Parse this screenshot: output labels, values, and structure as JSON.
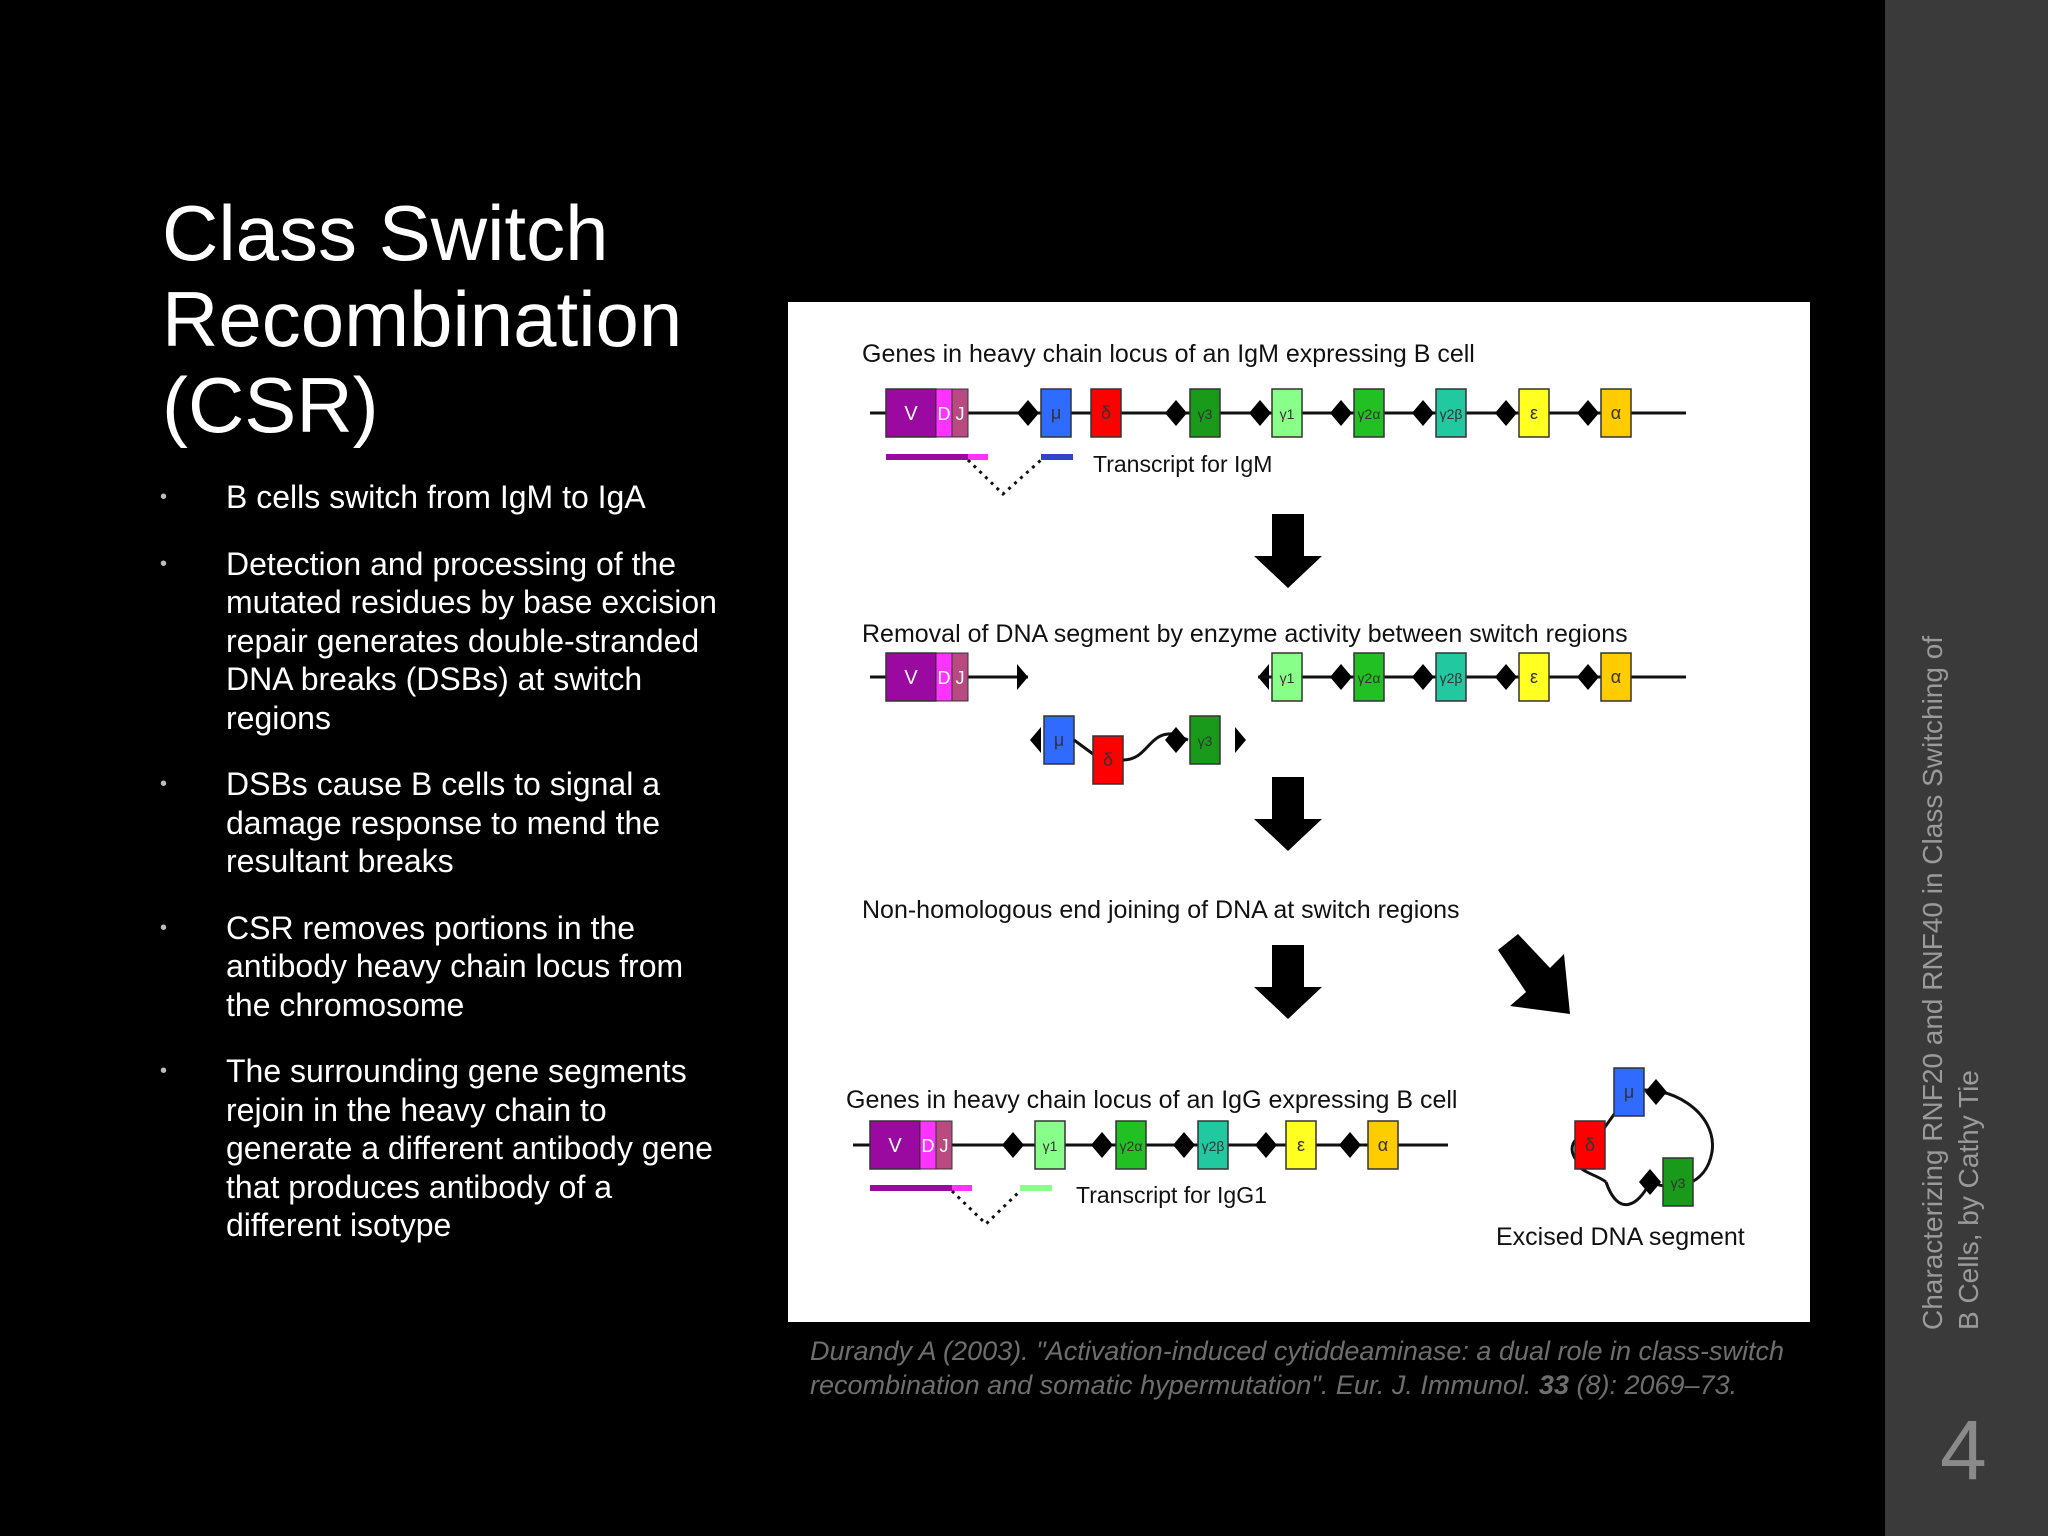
{
  "slide": {
    "title_lines": [
      "Class Switch",
      "Recombination",
      "(CSR)"
    ],
    "bullets": [
      "B cells switch from IgM to IgA",
      "Detection and processing of the mutated residues by base excision repair generates double-stranded DNA breaks (DSBs) at switch regions",
      "DSBs cause B cells to signal a damage response to mend the resultant breaks",
      "CSR removes portions in the antibody heavy chain locus from the chromosome",
      "The surrounding gene segments rejoin in the heavy chain to generate a different antibody gene that produces antibody of a different isotype"
    ],
    "bullet_marker": "•",
    "citation": {
      "text_before": "Durandy A (2003). \"Activation-induced cytiddeaminase: a dual role in class-switch recombination and somatic hypermutation\". Eur. J. Immunol. ",
      "volume": "33",
      "text_after": " (8): 2069–73."
    },
    "footer_lines": [
      "Characterizing RNF20 and RNF40 in Class Switching of",
      "B Cells, by Cathy Tie"
    ],
    "page_number": "4"
  },
  "figure": {
    "stage1_label": "Genes in heavy chain locus of an IgM expressing B cell",
    "stage1_transcript": "Transcript for IgM",
    "stage2_label": "Removal of DNA segment by enzyme activity between switch regions",
    "stage3_label": "Non-homologous end joining of DNA at switch regions",
    "stage4_label": "Genes in heavy chain locus of an IgG expressing B cell",
    "stage4_transcript": "Transcript for IgG1",
    "excised_label": "Excised DNA segment",
    "gene_labels": {
      "V": "V",
      "D": "D",
      "J": "J",
      "mu": "μ",
      "delta": "δ",
      "gamma3": "γ3",
      "gamma1": "γ1",
      "gamma2a": "γ2α",
      "gamma2b": "γ2β",
      "epsilon": "ε",
      "alpha": "α"
    },
    "colors": {
      "V": "#9a0aa0",
      "D": "#ff33ff",
      "J": "#b84a80",
      "mu": "#2f6bff",
      "delta": "#ff0000",
      "gamma3": "#1a9a1a",
      "gamma1": "#88ff88",
      "gamma2a": "#22c022",
      "gamma2b": "#22c8a0",
      "epsilon": "#ffff22",
      "alpha": "#ffcc00",
      "transcript_igm": "#3344cc",
      "transcript_igg1": "#88ff88"
    }
  }
}
